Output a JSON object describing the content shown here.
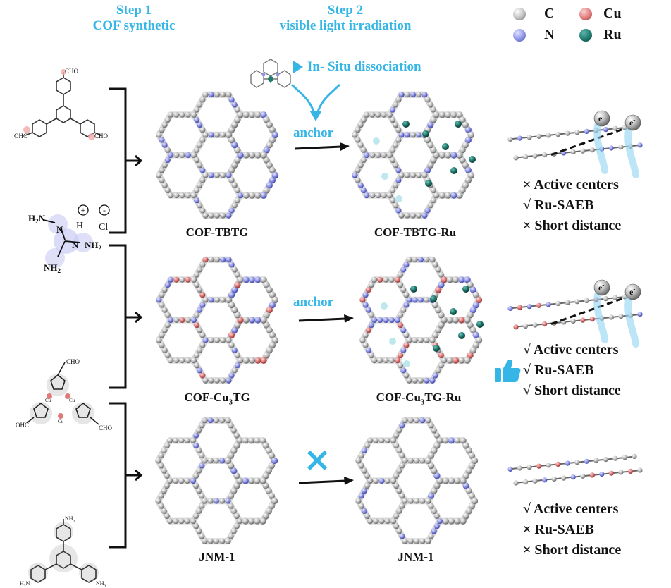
{
  "steps": {
    "step1": {
      "title": "Step 1",
      "subtitle": "COF synthetic"
    },
    "step2": {
      "title": "Step 2",
      "subtitle": "visible light irradiation"
    }
  },
  "legend": [
    {
      "label": "C",
      "color": "#bdbdbd"
    },
    {
      "label": "Cu",
      "color": "#e07a7a"
    },
    {
      "label": "N",
      "color": "#8f95e6"
    },
    {
      "label": "Ru",
      "color": "#1f7a6e"
    }
  ],
  "dissociation_label": "In- Situ dissociation",
  "anchor_label": "anchor",
  "precursors": {
    "aldehyde_groups": [
      "CHO",
      "OHC",
      "CHO"
    ],
    "guanidinium": {
      "plus": "+",
      "minus": "-",
      "h": "H",
      "cl": "Cl",
      "groups": [
        "H2N",
        "N",
        "NH2",
        "N",
        "NH2"
      ]
    },
    "copper_groups": [
      "CHO",
      "OHC",
      "CHO",
      "Cu",
      "Cu",
      "Cu"
    ],
    "amine_groups": [
      "NH2",
      "H2N",
      "NH2"
    ]
  },
  "rows": [
    {
      "left_caption": "COF-TBTG",
      "right_caption": "COF-TBTG-Ru",
      "transformation": "anchor",
      "features": [
        {
          "mark": "×",
          "text": "Active centers"
        },
        {
          "mark": "√",
          "text": "Ru-SAEB"
        },
        {
          "mark": "×",
          "text": "Short distance"
        }
      ]
    },
    {
      "left_caption": "COF-Cu3TG",
      "right_caption": "COF-Cu3TG-Ru",
      "transformation": "anchor",
      "features": [
        {
          "mark": "√",
          "text": "Active centers"
        },
        {
          "mark": "√",
          "text": "Ru-SAEB"
        },
        {
          "mark": "√",
          "text": "Short distance"
        }
      ]
    },
    {
      "left_caption": "JNM-1",
      "right_caption": "JNM-1",
      "transformation": "×",
      "features": [
        {
          "mark": "√",
          "text": "Active centers"
        },
        {
          "mark": "×",
          "text": "Ru-SAEB"
        },
        {
          "mark": "×",
          "text": "Short distance"
        }
      ]
    }
  ],
  "electron_label": "e-",
  "colors": {
    "accent": "#35b6e6",
    "bracket": "#111111",
    "thumb": "#35b6e6"
  }
}
